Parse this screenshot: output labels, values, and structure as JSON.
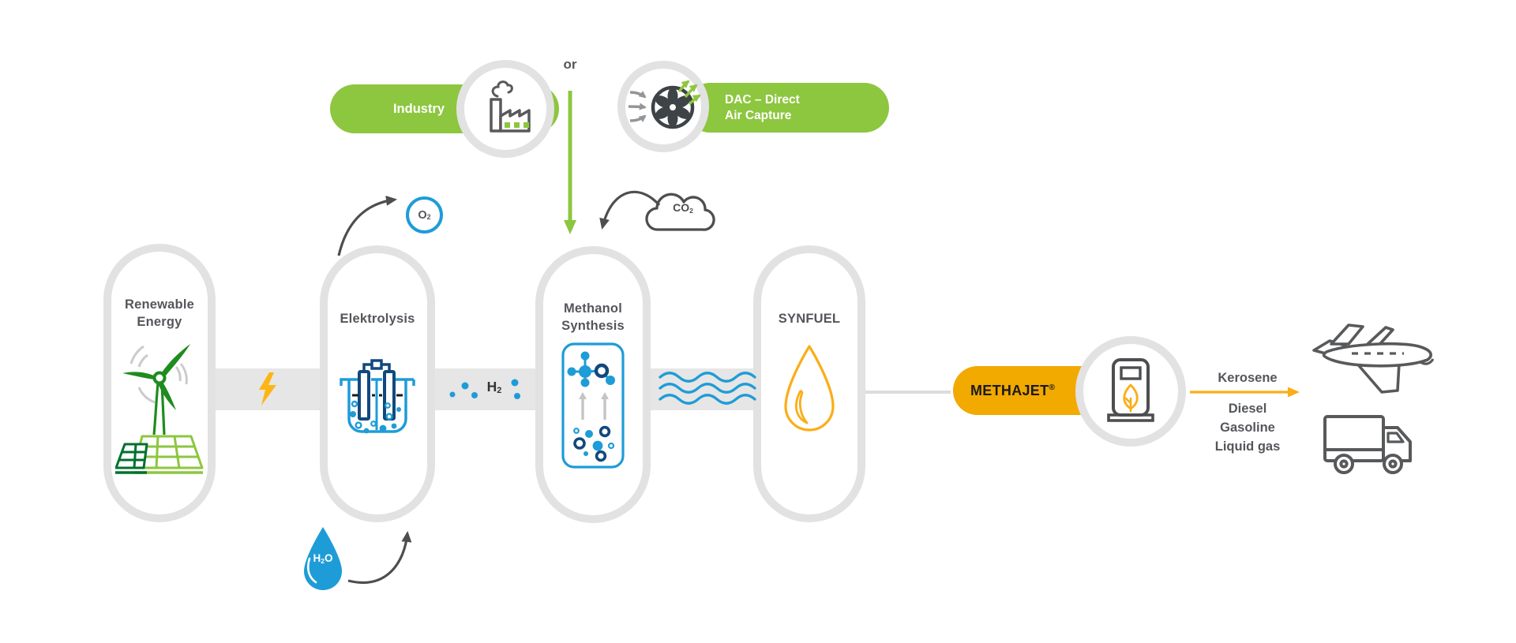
{
  "top": {
    "industry": "Industry",
    "or": "or",
    "dac_line1": "DAC – Direct",
    "dac_line2": "Air Capture"
  },
  "chem": {
    "o2": {
      "base": "O",
      "sub": "2"
    },
    "co2": {
      "base": "CO",
      "sub": "2"
    },
    "h2": {
      "base": "H",
      "sub": "2"
    },
    "h2o": {
      "base": "H",
      "sub": "2",
      "tail": "O"
    }
  },
  "stages": {
    "renewable": {
      "line1": "Renewable",
      "line2": "Energy"
    },
    "electrolysis": {
      "line1": "Elektrolysis"
    },
    "methanol": {
      "line1": "Methanol",
      "line2": "Synthesis"
    },
    "synfuel": {
      "line1": "SYNFUEL"
    }
  },
  "product": {
    "name": "METHAJET",
    "trademark": "®"
  },
  "outputs": {
    "kerosene": "Kerosene",
    "diesel": "Diesel",
    "gasoline": "Gasoline",
    "liquid_gas": "Liquid gas"
  },
  "colors": {
    "green": "#8DC63F",
    "blue": "#1E9CD7",
    "navy": "#11497E",
    "amber_pill": "#F2A900",
    "orange_accent": "#FBAD18",
    "bolt_yellow": "#FDB515",
    "capsule_ring": "#E2E2E2",
    "connector_band": "#E6E6E6",
    "text_dark": "#54565B",
    "icon_gray": "#58595B",
    "turbine_green": "#1E8C1E",
    "panel_dark_green": "#00702E"
  },
  "icons": {
    "factory": "factory-icon",
    "dac_fan": "dac-fan-icon",
    "wind_turbine": "wind-turbine-icon",
    "solar_panels": "solar-panels-icon",
    "lightning": "lightning-bolt-icon",
    "electrolysis_cell": "electrolysis-cell-icon",
    "h2_bubbles": "h2-bubbles-icon",
    "methanol_reactor": "methanol-reactor-icon",
    "waves": "waves-icon",
    "fuel_drop": "fuel-drop-icon",
    "water_drop": "water-drop-icon",
    "co2_cloud": "co2-cloud-icon",
    "fuel_pump": "fuel-pump-icon",
    "airplane": "airplane-icon",
    "truck": "truck-icon"
  }
}
